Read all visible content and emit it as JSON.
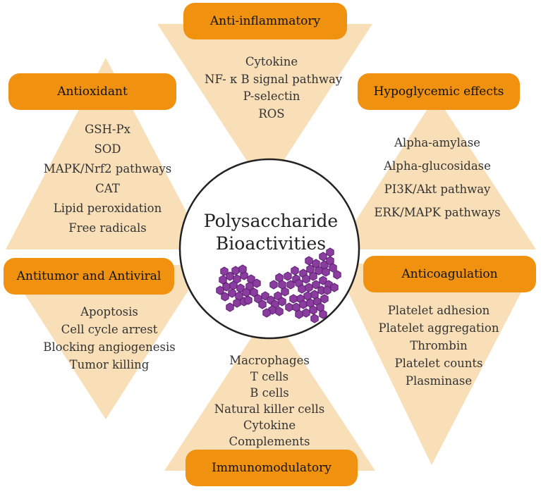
{
  "center": {
    "title_line1": "Polysaccharide",
    "title_line2": "Bioactivities",
    "molecule_icon": "polysaccharide-molecule-icon"
  },
  "colors": {
    "pill": "#f0920f",
    "panel": "#f8dfb8",
    "molecule": "#8a3d9e",
    "molecule_dark": "#5c1f72",
    "circle_stroke": "#222222"
  },
  "sections": {
    "anti_inflammatory": {
      "title": "Anti-inflammatory",
      "items": [
        "Cytokine",
        "NF- κ B signal pathway",
        "P-selectin",
        "ROS"
      ]
    },
    "hypoglycemic": {
      "title": "Hypoglycemic effects",
      "items": [
        "Alpha-amylase",
        "Alpha-glucosidase",
        "PI3K/Akt pathway",
        "ERK/MAPK pathways"
      ]
    },
    "anticoagulation": {
      "title": "Anticoagulation",
      "items": [
        "Platelet adhesion",
        "Platelet aggregation",
        "Thrombin",
        "Platelet counts",
        "Plasminase"
      ]
    },
    "immunomodulatory": {
      "title": "Immunomodulatory",
      "items": [
        "Macrophages",
        "T cells",
        "B cells",
        "Natural killer cells",
        "Cytokine",
        "Complements"
      ]
    },
    "antitumor": {
      "title": "Antitumor and Antiviral",
      "items": [
        "Apoptosis",
        "Cell cycle arrest",
        "Blocking angiogenesis",
        "Tumor killing"
      ]
    },
    "antioxidant": {
      "title": "Antioxidant",
      "items": [
        "GSH-Px",
        "SOD",
        "MAPK/Nrf2 pathways",
        "CAT",
        "Lipid peroxidation",
        "Free radicals"
      ]
    }
  }
}
